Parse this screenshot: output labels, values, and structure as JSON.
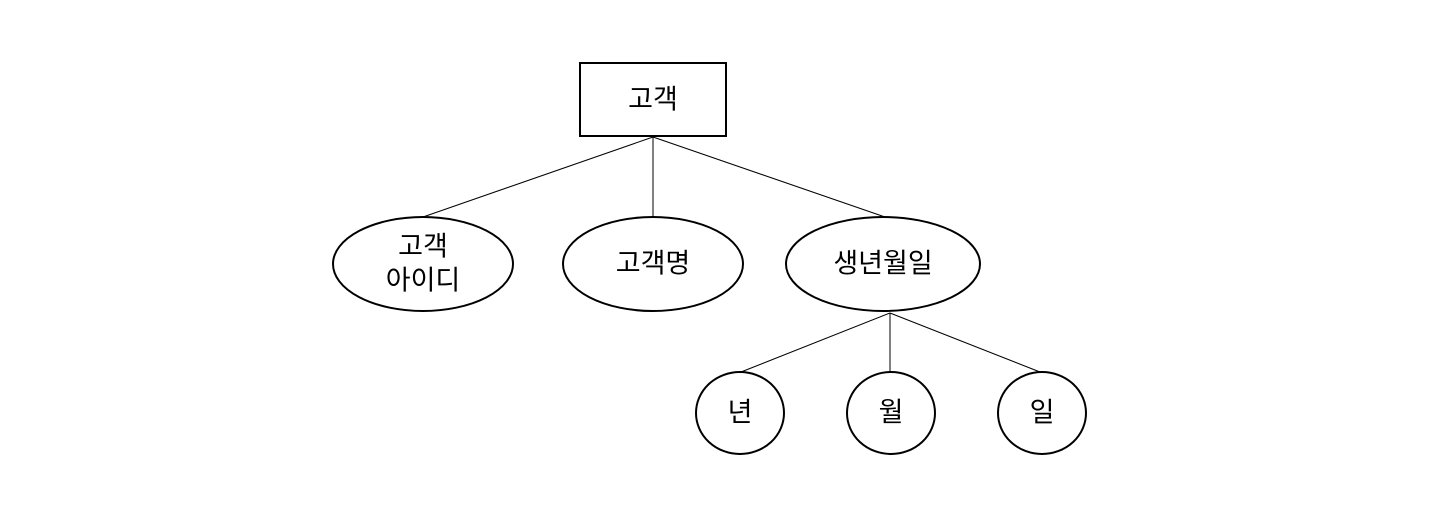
{
  "diagram": {
    "entity": {
      "label": "고객"
    },
    "attributes": {
      "customer_id": {
        "label_line1": "고객",
        "label_line2": "아이디"
      },
      "customer_name": {
        "label": "고객명"
      },
      "birth_date": {
        "label": "생년월일"
      }
    },
    "sub_attributes": {
      "year": {
        "label": "년"
      },
      "month": {
        "label": "월"
      },
      "day": {
        "label": "일"
      }
    }
  }
}
